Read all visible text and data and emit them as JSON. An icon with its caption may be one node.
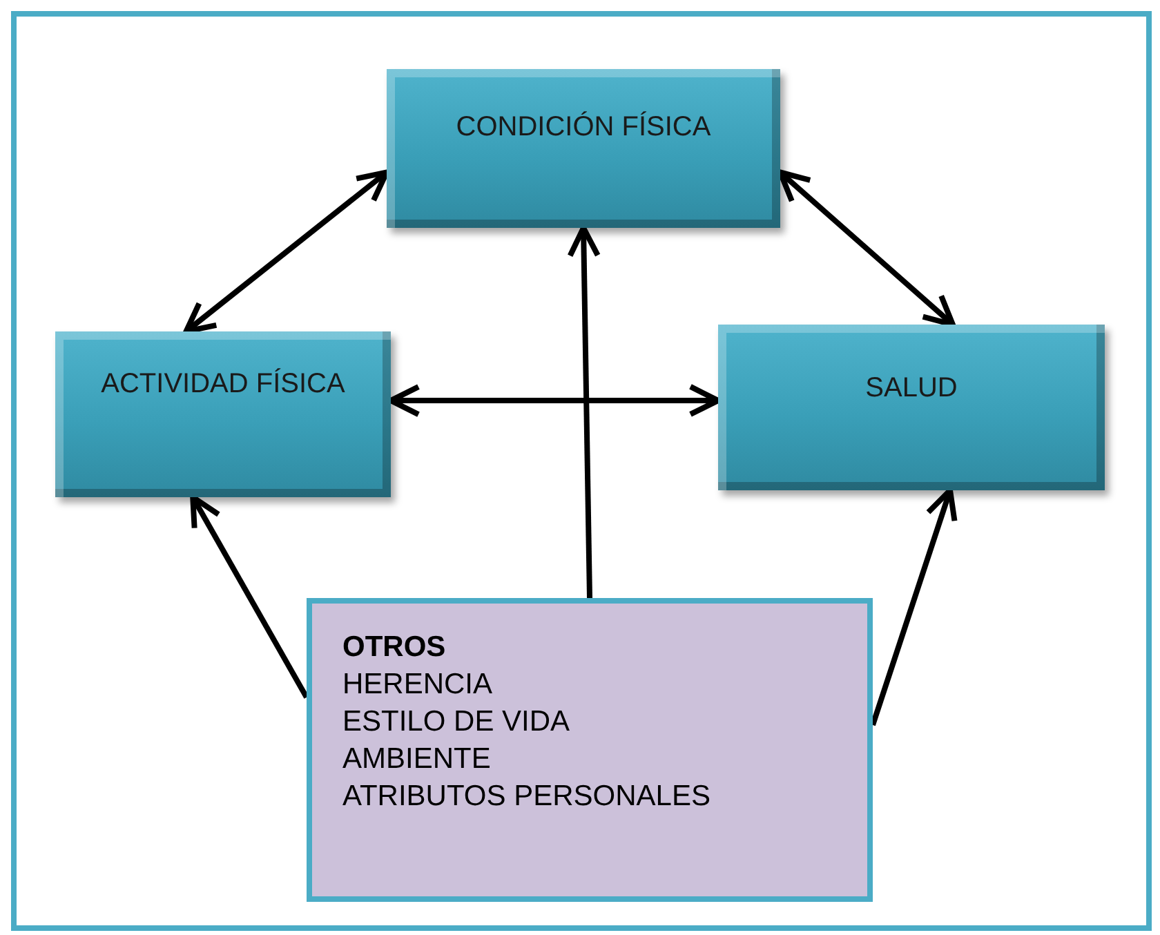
{
  "diagram": {
    "nodes": [
      {
        "text": [
          "CONDICIÓN FÍSICA"
        ]
      },
      {
        "text": [
          "ACTIVIDAD FÍSICA"
        ]
      },
      {
        "text": [
          "SALUD"
        ]
      },
      {
        "text": [
          "OTROS",
          "HERENCIA",
          "ESTILO DE VIDA",
          "AMBIENTE",
          "ATRIBUTOS PERSONALES"
        ]
      }
    ],
    "edges": [
      {
        "from": 1,
        "to": 0,
        "arrow": "both"
      },
      {
        "from": 0,
        "to": 2,
        "arrow": "both"
      },
      {
        "from": 1,
        "to": 2,
        "arrow": "both"
      },
      {
        "from": 3,
        "to": 0,
        "arrow": "to"
      },
      {
        "from": 3,
        "to": 1,
        "arrow": "to"
      },
      {
        "from": 3,
        "to": 2,
        "arrow": "to"
      }
    ]
  }
}
